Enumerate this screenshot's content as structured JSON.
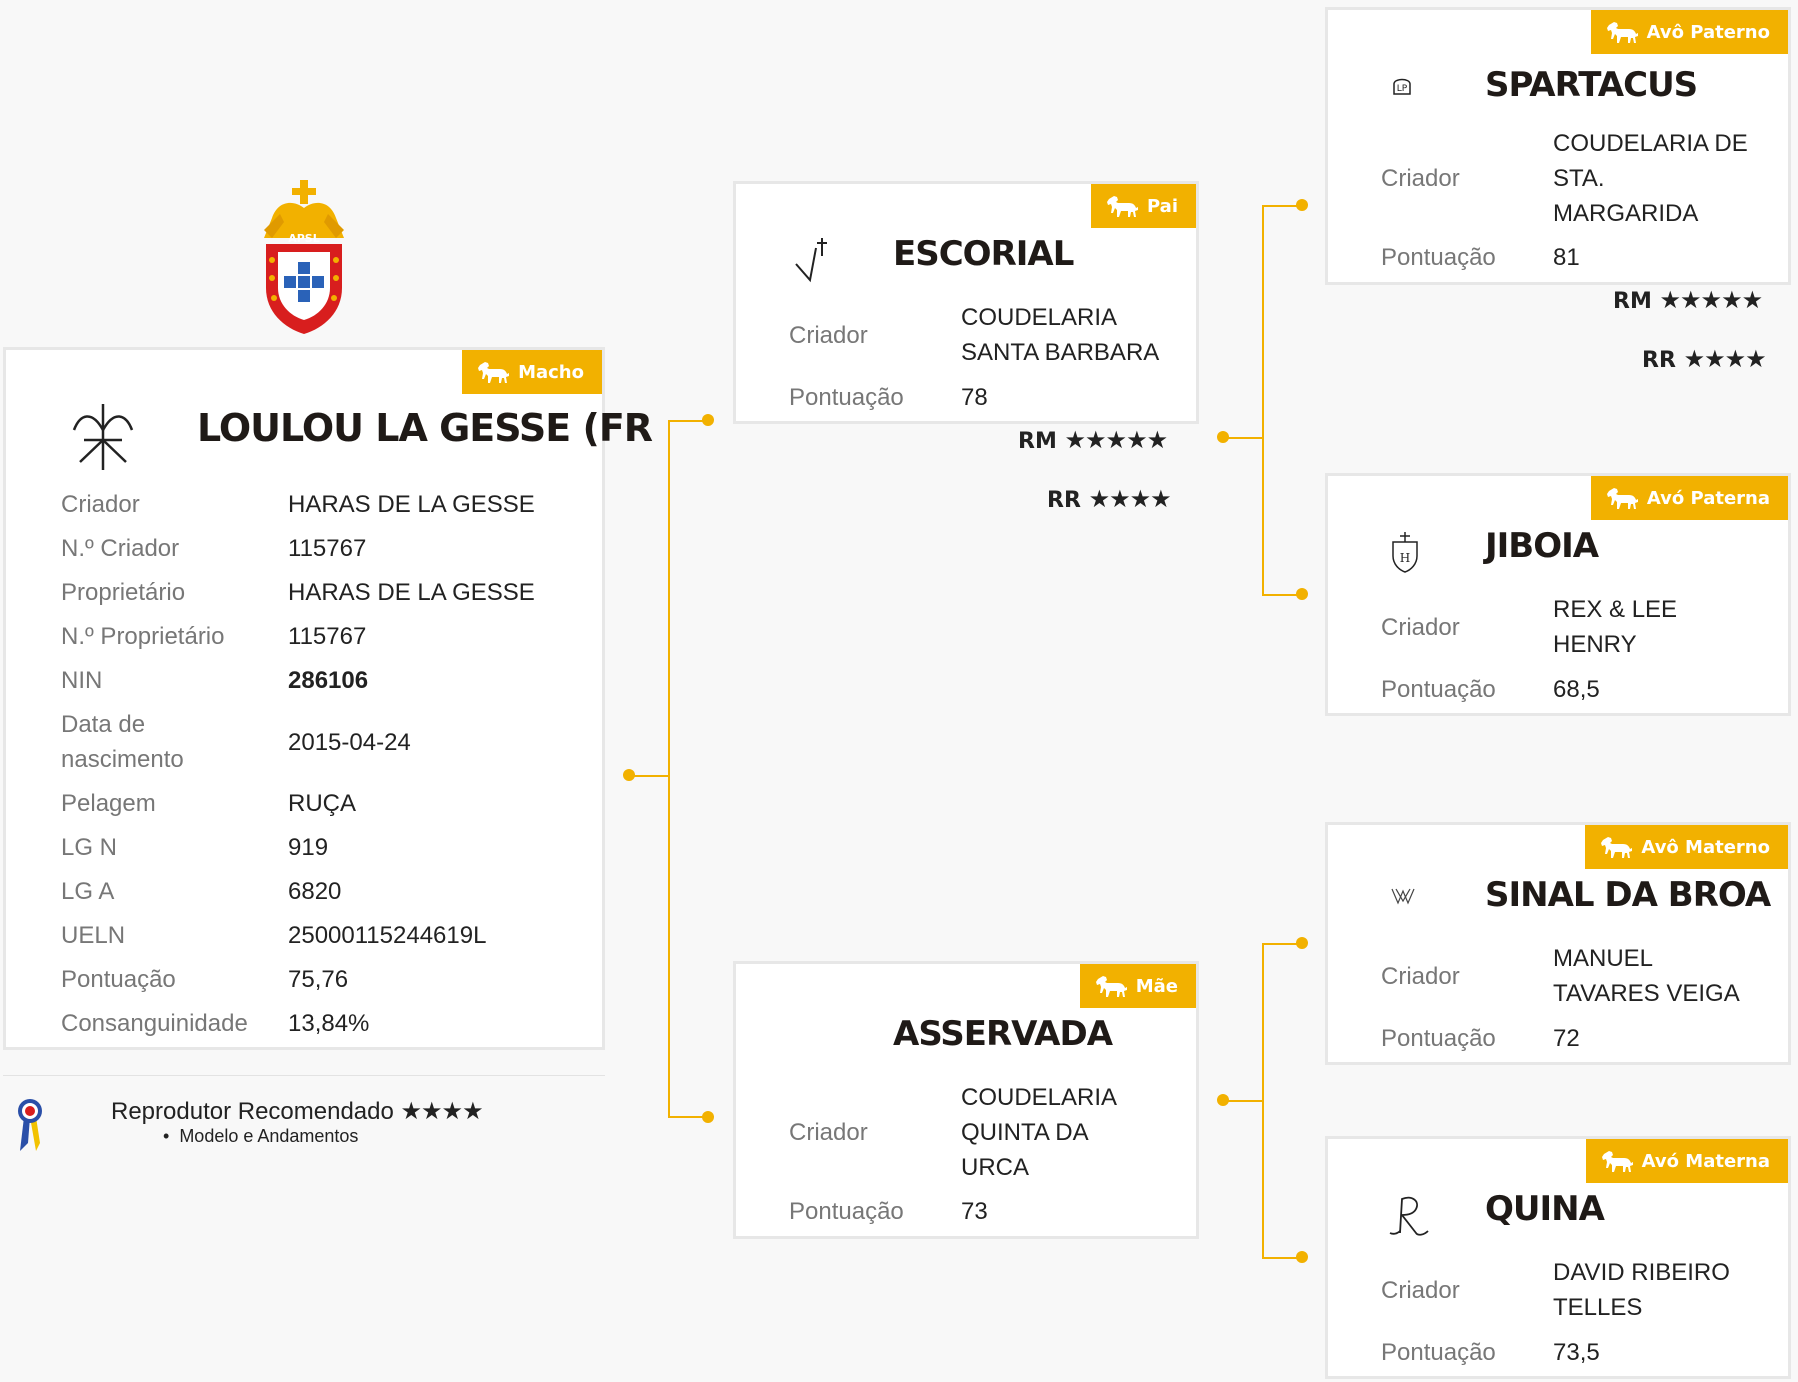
{
  "colors": {
    "accent": "#f2b100",
    "border": "#e7e7e7",
    "background": "#f8f8f8"
  },
  "logo": {
    "text": "APSL"
  },
  "main": {
    "badge": "Macho",
    "name": "LOULOU LA GESSE (FR",
    "fields": [
      {
        "label": "Criador",
        "value": "HARAS DE LA GESSE"
      },
      {
        "label": "N.º Criador",
        "value": "115767"
      },
      {
        "label": "Proprietário",
        "value": "HARAS DE LA GESSE"
      },
      {
        "label": "N.º Proprietário",
        "value": "115767"
      },
      {
        "label": "NIN",
        "value": "286106"
      },
      {
        "label": "Data de nascimento",
        "label_lines": [
          "Data de",
          "nascimento"
        ],
        "value": "2015-04-24"
      },
      {
        "label": "Pelagem",
        "value": "RUÇA"
      },
      {
        "label": "LG N",
        "value": "919"
      },
      {
        "label": "LG A",
        "value": "6820"
      },
      {
        "label": "UELN",
        "value": "25000115244619L"
      },
      {
        "label": "Pontuação",
        "value": "75,76"
      },
      {
        "label": "Consanguinidade",
        "value": "13,84%"
      }
    ],
    "recommendation": {
      "title": "Reprodutor Recomendado",
      "stars": "★★★★",
      "star_count": 4,
      "items": [
        "Modelo e Andamentos"
      ]
    }
  },
  "father": {
    "badge": "Pai",
    "name": "ESCORIAL",
    "breeder_label": "Criador",
    "breeder_lines": [
      "COUDELARIA",
      "SANTA BARBARA"
    ],
    "score_label": "Pontuação",
    "score": "78",
    "ratings": [
      {
        "label": "RM",
        "stars": "★★★★★",
        "count": 5
      },
      {
        "label": "RR",
        "stars": "★★★★",
        "count": 4
      }
    ]
  },
  "mother": {
    "badge": "Mãe",
    "name": "ASSERVADA",
    "breeder_label": "Criador",
    "breeder_lines": [
      "COUDELARIA",
      "QUINTA DA",
      "URCA"
    ],
    "score_label": "Pontuação",
    "score": "73"
  },
  "paternal_grandfather": {
    "badge": "Avô Paterno",
    "name": "SPARTACUS",
    "breeder_label": "Criador",
    "breeder_lines": [
      "COUDELARIA DE",
      "STA.",
      "MARGARIDA"
    ],
    "score_label": "Pontuação",
    "score": "81",
    "ratings": [
      {
        "label": "RM",
        "stars": "★★★★★",
        "count": 5
      },
      {
        "label": "RR",
        "stars": "★★★★",
        "count": 4
      }
    ]
  },
  "paternal_grandmother": {
    "badge": "Avó Paterna",
    "name": "JIBOIA",
    "breeder_label": "Criador",
    "breeder_lines": [
      "REX & LEE",
      "HENRY"
    ],
    "score_label": "Pontuação",
    "score": "68,5"
  },
  "maternal_grandfather": {
    "badge": "Avô Materno",
    "name": "SINAL DA BROA",
    "breeder_label": "Criador",
    "breeder_lines": [
      "MANUEL",
      "TAVARES VEIGA"
    ],
    "score_label": "Pontuação",
    "score": "72"
  },
  "maternal_grandmother": {
    "badge": "Avó Materna",
    "name": "QUINA",
    "breeder_label": "Criador",
    "breeder_lines": [
      "DAVID RIBEIRO",
      "TELLES"
    ],
    "score_label": "Pontuação",
    "score": "73,5"
  }
}
